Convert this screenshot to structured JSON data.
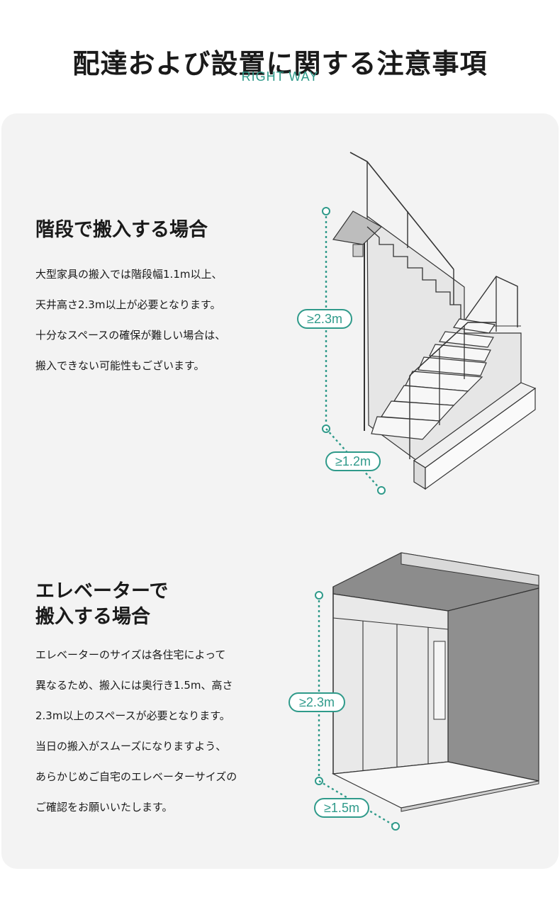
{
  "header": {
    "title": "配達および設置に関する注意事項",
    "subtitle": "RIGHT WAY"
  },
  "colors": {
    "accent": "#2f9a8a",
    "card_bg": "#f3f3f3",
    "text": "#1a1a1a"
  },
  "stairs": {
    "title": "階段で搬入する場合",
    "lines": [
      "大型家具の搬入では階段幅1.1m以上、",
      "天井高さ2.3m以上が必要となります。",
      "十分なスペースの確保が難しい場合は、",
      "搬入できない可能性もございます。"
    ],
    "height_label": "≥2.3m",
    "width_label": "≥1.2m"
  },
  "elevator": {
    "title_line1": "エレベーターで",
    "title_line2": "搬入する場合",
    "lines": [
      "エレベーターのサイズは各住宅によって",
      "異なるため、搬入には奥行き1.5m、高さ",
      "2.3m以上のスペースが必要となります。",
      "当日の搬入がスムーズになりますよう、",
      "あらかじめご自宅のエレベーターサイズの",
      "ご確認をお願いいたします。"
    ],
    "height_label": "≥2.3m",
    "depth_label": "≥1.5m"
  }
}
